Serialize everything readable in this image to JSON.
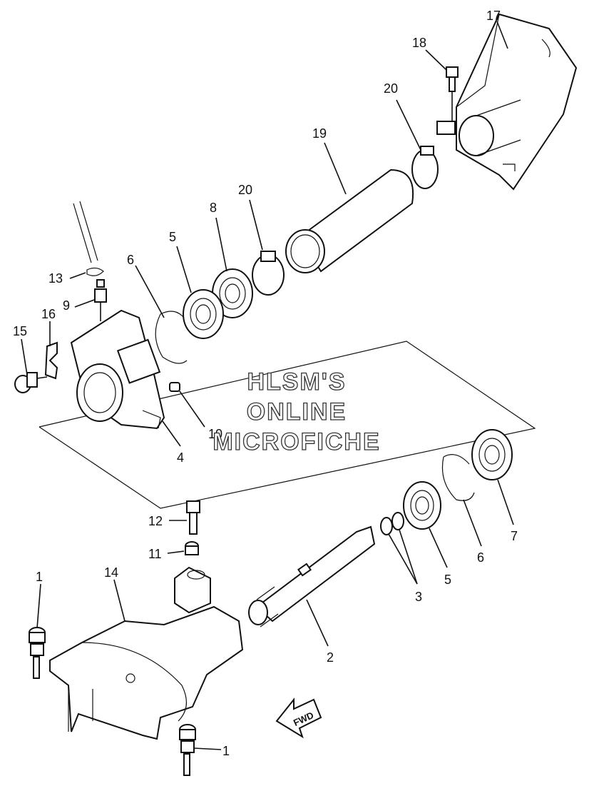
{
  "callouts": {
    "c1a": "1",
    "c1b": "1",
    "c2": "2",
    "c3": "3",
    "c4": "4",
    "c5a": "5",
    "c5b": "5",
    "c6a": "6",
    "c6b": "6",
    "c7": "7",
    "c8": "8",
    "c9": "9",
    "c10": "10",
    "c11": "11",
    "c12": "12",
    "c13": "13",
    "c14": "14",
    "c15": "15",
    "c16": "16",
    "c17": "17",
    "c18": "18",
    "c19": "19",
    "c20a": "20",
    "c20b": "20"
  },
  "watermark": {
    "line1": "HLSM'S",
    "line2": "ONLINE",
    "line3": "MICROFICHE"
  },
  "direction_arrow": {
    "label": "FWD"
  }
}
